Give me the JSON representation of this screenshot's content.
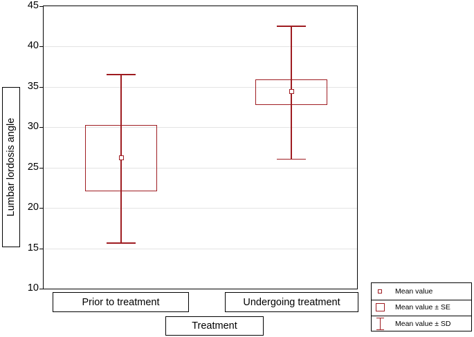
{
  "chart_data": {
    "type": "box",
    "title": "",
    "xlabel": "Treatment",
    "ylabel": "Lumbar lordosis angle",
    "ylim": [
      10,
      45
    ],
    "yticks": [
      10,
      15,
      20,
      25,
      30,
      35,
      40,
      45
    ],
    "grid": true,
    "categories": [
      "Prior to  treatment",
      "Undergoing treatment"
    ],
    "series": [
      {
        "name": "Prior to  treatment",
        "mean": 26.2,
        "se_low": 22.1,
        "se_high": 30.3,
        "sd_low": 15.7,
        "sd_high": 36.6
      },
      {
        "name": "Undergoing treatment",
        "mean": 34.4,
        "se_low": 32.8,
        "se_high": 35.9,
        "sd_low": 26.1,
        "sd_high": 42.6
      }
    ],
    "legend": {
      "position": "bottom-right",
      "entries": [
        {
          "key": "mean-marker",
          "label": "Mean value"
        },
        {
          "key": "se-box",
          "label": "Mean value ± SE"
        },
        {
          "key": "sd-whisker",
          "label": "Mean value  ± SD"
        }
      ]
    },
    "colors": {
      "series": "#9e1b20",
      "grid": "#e3e3e3",
      "axis": "#000000"
    }
  }
}
